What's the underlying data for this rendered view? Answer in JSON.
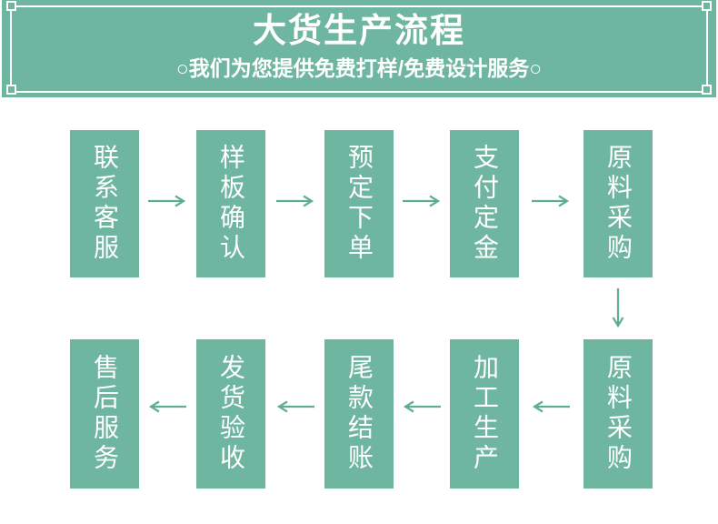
{
  "banner": {
    "title": "大货生产流程",
    "subtitle": "○我们为您提供免费打样/免费设计服务○"
  },
  "flow": {
    "row1": {
      "labels": [
        "联系客服",
        "样板确认",
        "预定下单",
        "支付定金",
        "原料采购"
      ]
    },
    "row2": {
      "labels": [
        "售后服务",
        "发货验收",
        "尾款结账",
        "加工生产",
        "原料采购"
      ]
    }
  },
  "colors": {
    "banner_green": "#6fb6a1",
    "box_green": "#6fb6a1",
    "arrow_green": "#5fae94",
    "text_white": "#ffffff"
  }
}
